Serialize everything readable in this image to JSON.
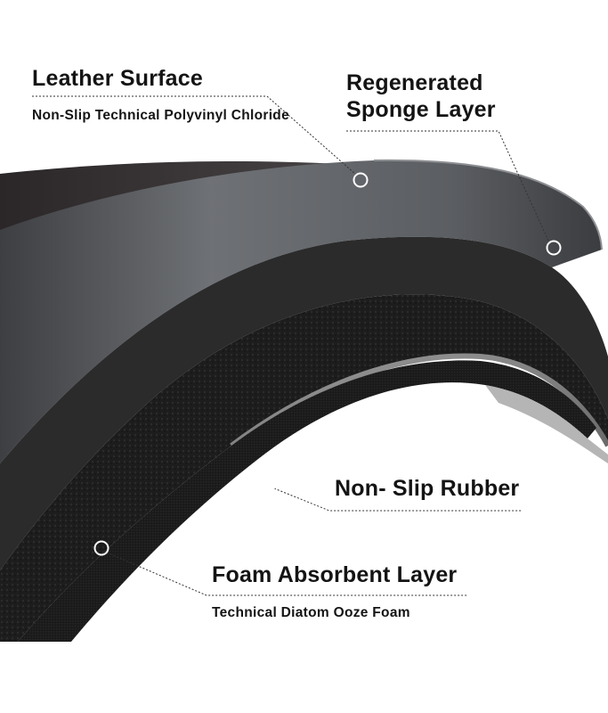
{
  "layers": {
    "leather_surface": {
      "title": "Leather Surface",
      "subtitle": "Non-Slip Technical Polyvinyl Chloride"
    },
    "sponge_layer": {
      "title": "Regenerated Sponge Layer"
    },
    "rubber_layer": {
      "title": "Non- Slip Rubber"
    },
    "foam_layer": {
      "title": "Foam Absorbent Layer",
      "subtitle": "Technical Diatom Ooze Foam"
    }
  },
  "colors": {
    "top_surface": "#5f6266",
    "sponge": "#2a2a2a",
    "rubber": "#1c1c1c",
    "foam": "#0f0f0f",
    "bottom_gray": "#8a8a8a",
    "text": "#141414"
  }
}
